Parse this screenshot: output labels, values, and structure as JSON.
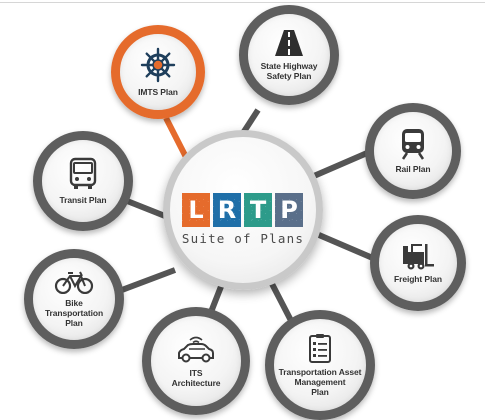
{
  "center": {
    "letters": [
      "L",
      "R",
      "T",
      "P"
    ],
    "letter_colors": [
      "#e56b2c",
      "#1f6fa8",
      "#2d9b8a",
      "#5a6f8a"
    ],
    "subtitle": "Suite of Plans"
  },
  "nodes": [
    {
      "id": "imts",
      "label": "IMTS Plan",
      "icon": "ship-wheel-icon",
      "accent": true
    },
    {
      "id": "highway",
      "label": "State Highway\nSafety Plan",
      "icon": "road-icon"
    },
    {
      "id": "rail",
      "label": "Rail Plan",
      "icon": "train-icon"
    },
    {
      "id": "freight",
      "label": "Freight Plan",
      "icon": "forklift-icon"
    },
    {
      "id": "tam",
      "label": "Transportation Asset\nManagement\nPlan",
      "icon": "checklist-icon"
    },
    {
      "id": "its",
      "label": "ITS\nArchitecture",
      "icon": "connected-car-icon"
    },
    {
      "id": "bike",
      "label": "Bike\nTransportation\nPlan",
      "icon": "bicycle-icon"
    },
    {
      "id": "transit",
      "label": "Transit Plan",
      "icon": "bus-icon"
    }
  ],
  "colors": {
    "accent": "#e56b2c",
    "ring": "#5e5e5e",
    "connector": "#555555"
  }
}
